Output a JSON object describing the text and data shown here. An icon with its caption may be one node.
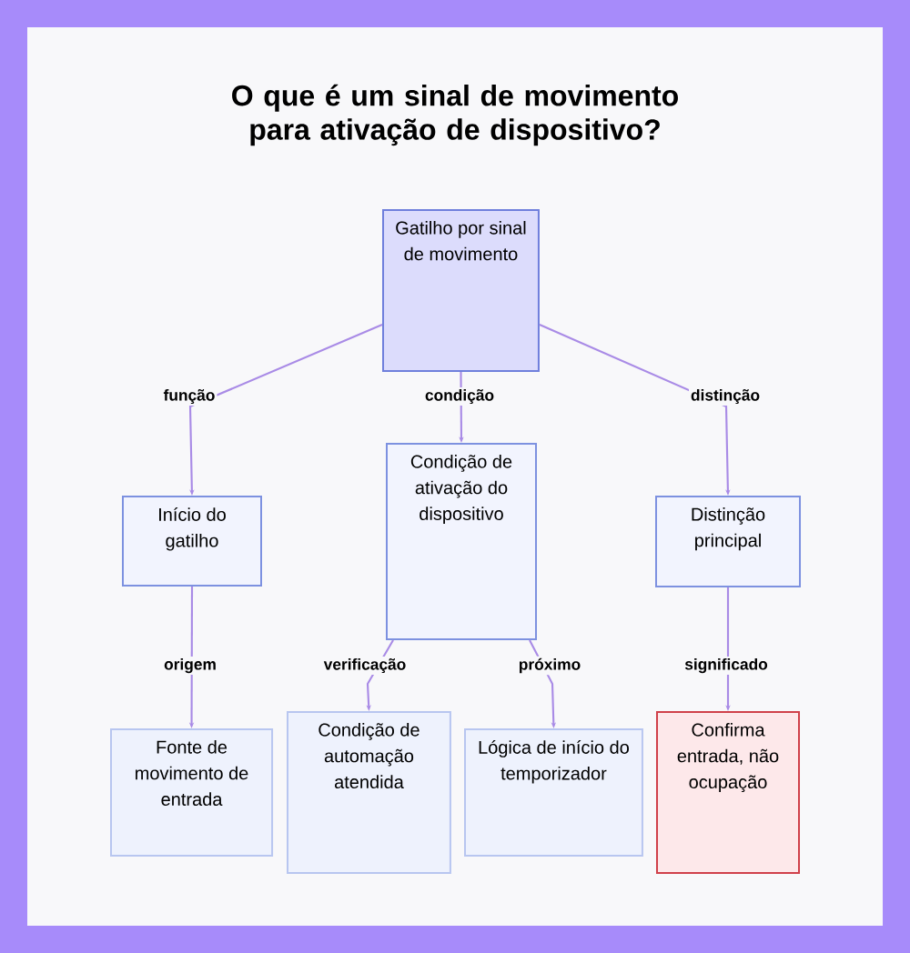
{
  "diagram": {
    "title": "O que é um sinal de movimento para ativação de dispositivo?",
    "nodes": [
      {
        "text": [
          "Gatilho por sinal de movimento"
        ]
      },
      {
        "text": [
          "Início do gatilho"
        ]
      },
      {
        "text": [
          "Condição de ativação do dispositivo"
        ]
      },
      {
        "text": [
          "Distinção principal"
        ]
      },
      {
        "text": [
          "Fonte de movimento de entrada"
        ]
      },
      {
        "text": [
          "Condição de automação atendida"
        ]
      },
      {
        "text": [
          "Lógica de início do temporizador"
        ]
      },
      {
        "text": [
          "Confirma entrada, não ocupação"
        ]
      }
    ],
    "edges": [
      {
        "from": 0,
        "to": 1,
        "arrow": "to",
        "label": "função"
      },
      {
        "from": 0,
        "to": 2,
        "arrow": "to",
        "label": "condição"
      },
      {
        "from": 0,
        "to": 3,
        "arrow": "to",
        "label": "distinção"
      },
      {
        "from": 1,
        "to": 4,
        "arrow": "to",
        "label": "origem"
      },
      {
        "from": 2,
        "to": 5,
        "arrow": "to",
        "label": "verificação"
      },
      {
        "from": 2,
        "to": 6,
        "arrow": "to",
        "label": "próximo"
      },
      {
        "from": 3,
        "to": 7,
        "arrow": "to",
        "label": "significado"
      }
    ]
  }
}
